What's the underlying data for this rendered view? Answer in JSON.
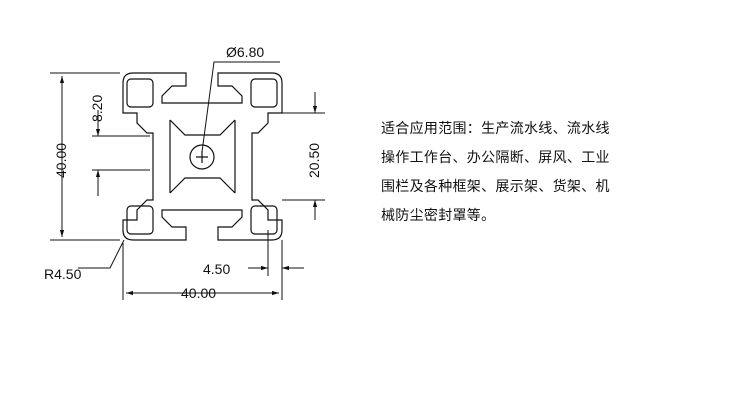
{
  "dimensions": {
    "hole_diameter": "Ø6.80",
    "slot_height": "8.20",
    "overall_height": "40.00",
    "center_distance": "20.50",
    "corner_radius": "R4.50",
    "slot_offset": "4.50",
    "overall_width": "40.00"
  },
  "description": {
    "lines": [
      "适合应用范围：生产流水线、流水线",
      "操作工作台、办公隔断、屏风、工业",
      "围栏及各种框架、展示架、货架、机",
      "械防尘密封罩等。"
    ]
  },
  "colors": {
    "line": "#111111",
    "background": "#ffffff"
  }
}
